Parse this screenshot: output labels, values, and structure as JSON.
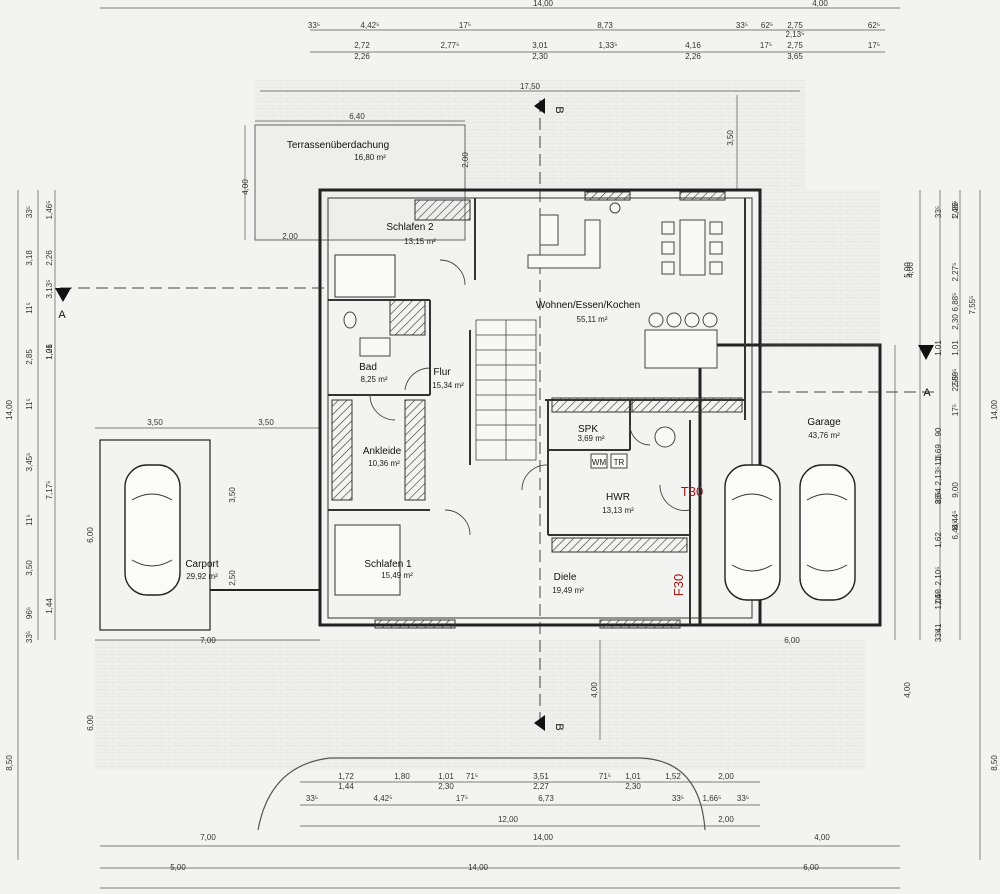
{
  "rooms": [
    {
      "name": "Terrassenüberdachung",
      "area": "16,80 m²"
    },
    {
      "name": "Schlafen 2",
      "area": "13,15 m²"
    },
    {
      "name": "Wohnen/Essen/Kochen",
      "area": "55,11 m²"
    },
    {
      "name": "Bad",
      "area": "8,25 m²"
    },
    {
      "name": "Flur",
      "area": "15,34 m²"
    },
    {
      "name": "SPK",
      "area": "3,69 m²"
    },
    {
      "name": "Ankleide",
      "area": "10,36 m²"
    },
    {
      "name": "HWR",
      "area": "13,13 m²"
    },
    {
      "name": "Garage",
      "area": "43,76 m²"
    },
    {
      "name": "Carport",
      "area": "29,92 m²"
    },
    {
      "name": "Schlafen 1",
      "area": "15,49 m²"
    },
    {
      "name": "Diele",
      "area": "19,49 m²"
    }
  ],
  "fire_labels": [
    "T30",
    "F30"
  ],
  "appliances": [
    "WM",
    "TR"
  ],
  "section_marks": [
    "A",
    "A",
    "B",
    "B"
  ],
  "dimensions": {
    "top_row1": [
      "14,00",
      "4,00"
    ],
    "top_row2": [
      "33⁵",
      "4,42⁵",
      "17⁵",
      "8,73",
      "33⁵",
      "62⁵",
      "2,75",
      "62⁵"
    ],
    "top_row2b": [
      "2,13⁵"
    ],
    "top_row3": [
      "2,72",
      "2,77⁵",
      "3,01",
      "1,33⁵",
      "4,16",
      "17⁵",
      "2,75",
      "17⁵"
    ],
    "top_row4": [
      "2,26",
      "2,30",
      "2,26",
      "3,65"
    ],
    "plan_top": [
      "17,50",
      "6,40",
      "3,50",
      "2,00",
      "4,00",
      "2,00"
    ],
    "carport": [
      "3,50",
      "3,50",
      "6,00",
      "3,50",
      "2,50"
    ],
    "bottom_mid": [
      "7,00",
      "6,00",
      "4,00",
      "6,00",
      "4,00"
    ],
    "bottom_row1": [
      "1,72",
      "1,80",
      "1,01",
      "71⁵",
      "3,51",
      "71⁵",
      "1,01",
      "1,52",
      "2,00"
    ],
    "bottom_row1b": [
      "1,44",
      "2,30",
      "2,27",
      "2,30"
    ],
    "bottom_row2": [
      "33⁵",
      "4,42⁵",
      "17⁵",
      "6,73",
      "33⁵",
      "1,66⁵",
      "33⁵"
    ],
    "bottom_row3": [
      "12,00",
      "2,00"
    ],
    "bottom_row4": [
      "7,00",
      "14,00",
      "4,00"
    ],
    "bottom_row5": [
      "5,00",
      "14,00",
      "6,00"
    ],
    "left_col1": [
      "14,00",
      "8,50"
    ],
    "left_col2": [
      "33⁵",
      "3,18",
      "11⁵",
      "2,85",
      "11⁵",
      "3,45⁵",
      "11⁵",
      "3,50",
      "96⁵",
      "33⁵"
    ],
    "left_col3": [
      "1,46⁵",
      "2,26",
      "3,13⁵",
      "1,26",
      "1,01",
      "7,17⁵",
      "1,44"
    ],
    "right_col1": [
      "7,55⁵",
      "14,00",
      "8,50"
    ],
    "right_col2": [
      "1,46⁵",
      "2,26",
      "2,27⁵",
      "2,30",
      "6,88⁵",
      "1,01",
      "2,55⁵",
      "2,80⁵",
      "17⁵",
      "9,00",
      "6,44⁵",
      "6,44⁵"
    ],
    "right_col3": [
      "33⁵",
      "1,01",
      "1,69",
      "90",
      "88⁵",
      "2,13⁵",
      "1,62",
      "2,64",
      "11⁵",
      "1,04⁵",
      "2,10⁵",
      "2,50",
      "41",
      "33⁵"
    ],
    "right_col4": [
      "5,00",
      "4,00"
    ]
  }
}
